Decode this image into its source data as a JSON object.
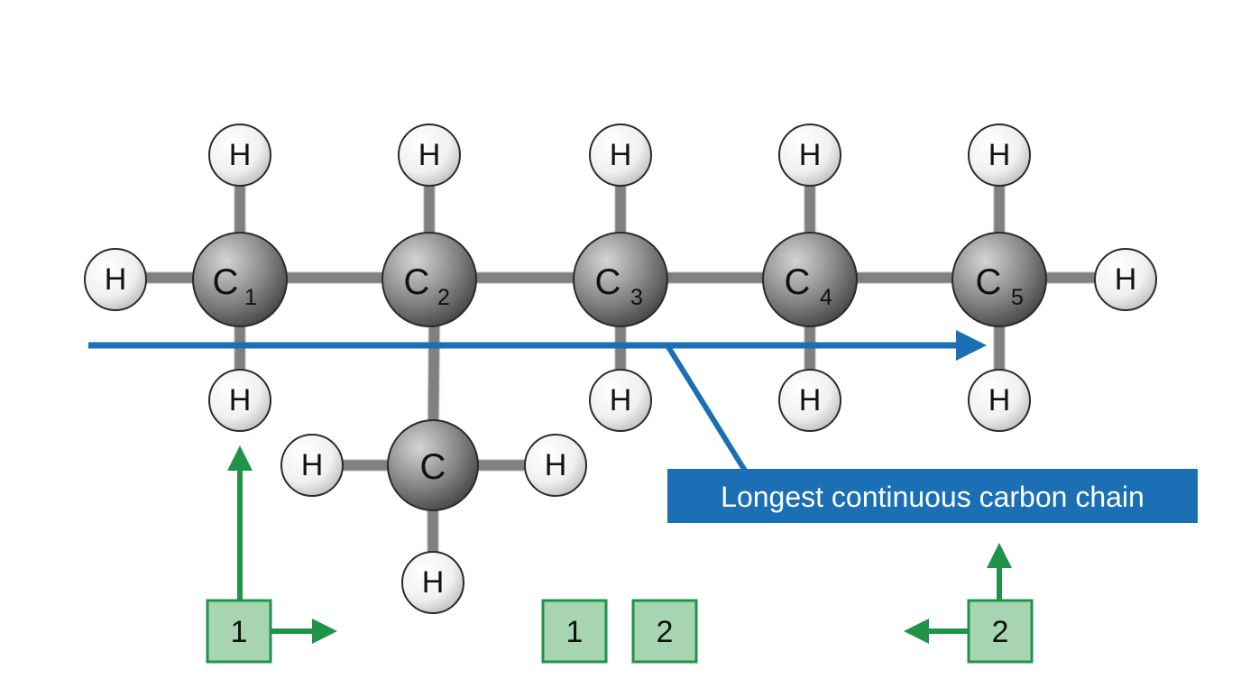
{
  "atoms": {
    "hydrogen_symbol": "H",
    "carbon_symbol": "C",
    "chain_carbons": [
      {
        "symbol": "C",
        "subscript": "1"
      },
      {
        "symbol": "C",
        "subscript": "2"
      },
      {
        "symbol": "C",
        "subscript": "3"
      },
      {
        "symbol": "C",
        "subscript": "4"
      },
      {
        "symbol": "C",
        "subscript": "5"
      }
    ],
    "branch_carbon": {
      "symbol": "C"
    }
  },
  "chain_label": "Longest continuous carbon chain",
  "numbering_boxes": [
    "1",
    "1",
    "2",
    "2"
  ],
  "colors": {
    "bond": "#808080",
    "bond_outline": "#3d3d3d",
    "carbon_light": "#c8c8c8",
    "carbon_dark": "#505050",
    "hydrogen_light": "#ffffff",
    "hydrogen_dark": "#bdbdbd",
    "chain_arrow": "#1a6fb5",
    "label_background": "#1a6fb5",
    "numbering_green": "#1f9448",
    "numbering_box_fill": "#a8d5b1"
  }
}
